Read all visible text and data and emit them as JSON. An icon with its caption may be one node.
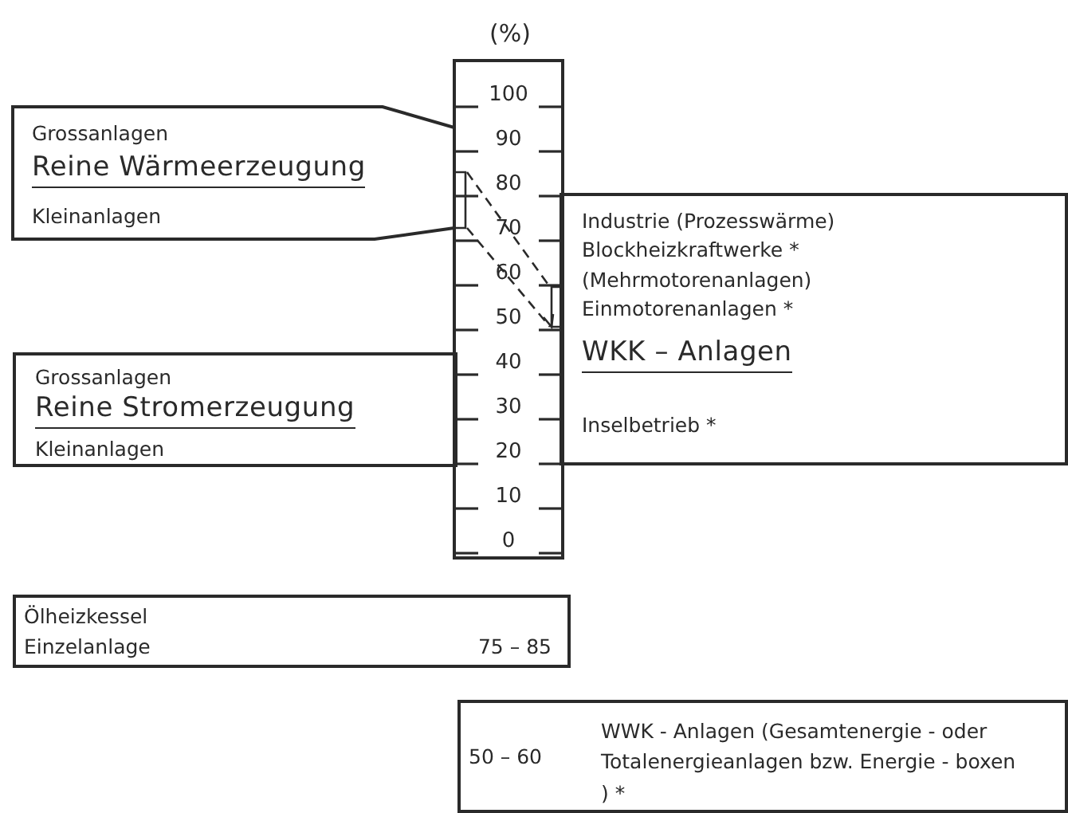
{
  "diagram": {
    "nodes": [
      {
        "text": [
          "Grossanlagen",
          "Reine Wärmeerzeugung",
          "Kleinanlagen"
        ]
      },
      {
        "text": [
          "Industrie (Prozesswärme)",
          "Blockheizkraftwerke *",
          "(Mehrmotorenanlagen)",
          "Einmotorenanlagen *",
          "WKK – Anlagen",
          "Inselbetrieb *"
        ]
      },
      {
        "text": [
          "Grossanlagen",
          "Reine Stromerzeugung",
          "Kleinanlagen"
        ]
      },
      {
        "text": [
          "Ölheizkessel",
          "Einzelanlage",
          "75 – 85"
        ]
      },
      {
        "text": [
          "50 – 60",
          "WWK - Anlagen (Gesamtenergie - oder Totalenergieanlagen bzw. Energie - boxen ) *"
        ]
      }
    ],
    "labels": [
      "(%)",
      "100",
      "90",
      "80",
      "70",
      "60",
      "50",
      "40",
      "30",
      "20",
      "10",
      "0"
    ]
  }
}
